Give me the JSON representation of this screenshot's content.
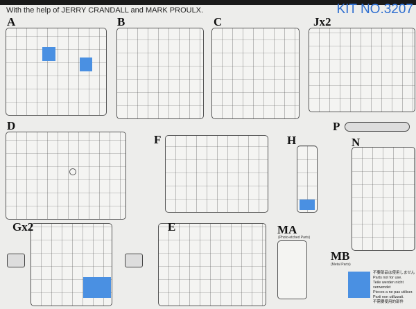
{
  "header": {
    "credit": "With the help of JERRY CRANDALL and MARK PROULX.",
    "kit_number": "KIT NO.3207"
  },
  "sprues": {
    "A": "A",
    "B": "B",
    "C": "C",
    "J": "Jx2",
    "P": "P",
    "D": "D",
    "F": "F",
    "H": "H",
    "N": "N",
    "G": "Gx2",
    "E": "E",
    "MA": "MA",
    "MB": "MB"
  },
  "sprue_notes": {
    "MA": "(Photo-etched Parts)",
    "MB": "(Metal Parts)"
  },
  "legend": {
    "color": "#4a90e2",
    "lines": [
      "不要部品は使用しません",
      "Parts not for use.",
      "Teile werden nicht verwendet",
      "Pieces a ne pas utiliser.",
      "Parti non utilizzati.",
      "不需要使用的部件"
    ]
  }
}
